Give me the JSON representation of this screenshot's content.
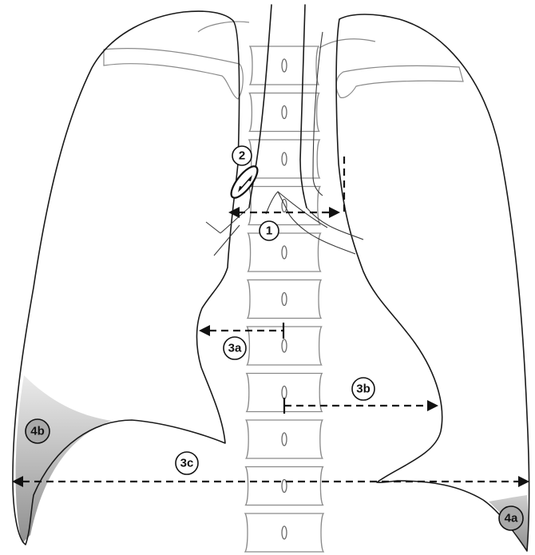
{
  "labels": {
    "l1": "1",
    "l2": "2",
    "l3a": "3a",
    "l3b": "3b",
    "l3c": "3c",
    "l4a": "4a",
    "l4b": "4b"
  },
  "colors": {
    "outline": "#1a1a1a",
    "bone": "#8a8a8a",
    "effusion_light": "#e6e6e6",
    "effusion_dark": "#9a9a9a",
    "dashed_measure": "#111111"
  }
}
